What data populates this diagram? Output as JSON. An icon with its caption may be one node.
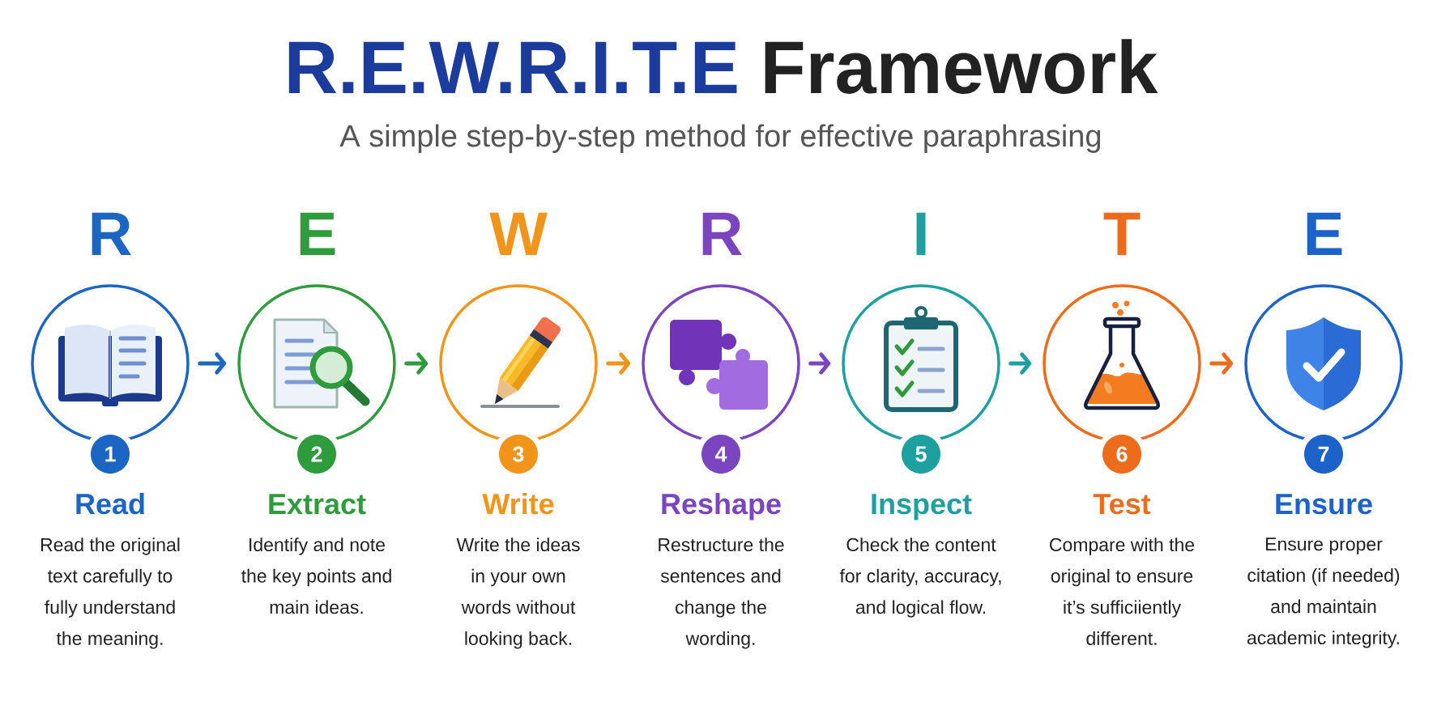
{
  "diagram": {
    "title": "R.E.W.R.I.T.E Framework",
    "nodes": [
      {
        "text": [
          "R",
          "1",
          "Read",
          "Read the original text carefully to fully understand the meaning."
        ]
      },
      {
        "text": [
          "E",
          "2",
          "Extract",
          "Identify and note the key points and main ideas."
        ]
      },
      {
        "text": [
          "W",
          "3",
          "Write",
          "Write the ideas in your own words without looking back."
        ]
      },
      {
        "text": [
          "R",
          "4",
          "Reshape",
          "Restructure the sentences and change the wording."
        ]
      },
      {
        "text": [
          "I",
          "5",
          "Inspect",
          "Check the content for clarity, accuracy, and logical flow."
        ]
      },
      {
        "text": [
          "T",
          "6",
          "Test",
          "Compare with the original to ensure it’s sufficiiently different."
        ]
      },
      {
        "text": [
          "E",
          "7",
          "Ensure",
          "Ensure proper citation (if needed) and maintain academic integrity."
        ]
      }
    ],
    "edges": [
      {
        "from": 0,
        "to": 1,
        "arrow": "to",
        "color": "#1a66c2"
      },
      {
        "from": 1,
        "to": 2,
        "arrow": "to",
        "color": "#2e9c3c"
      },
      {
        "from": 2,
        "to": 3,
        "arrow": "to",
        "color": "#f0941a"
      },
      {
        "from": 3,
        "to": 4,
        "arrow": "to",
        "color": "#7b45bf"
      },
      {
        "from": 4,
        "to": 5,
        "arrow": "to",
        "color": "#1fa0a0"
      },
      {
        "from": 5,
        "to": 6,
        "arrow": "to",
        "color": "#ec6c1c"
      }
    ],
    "labels": [
      "A simple step-by-step method for effective paraphrasing"
    ]
  }
}
